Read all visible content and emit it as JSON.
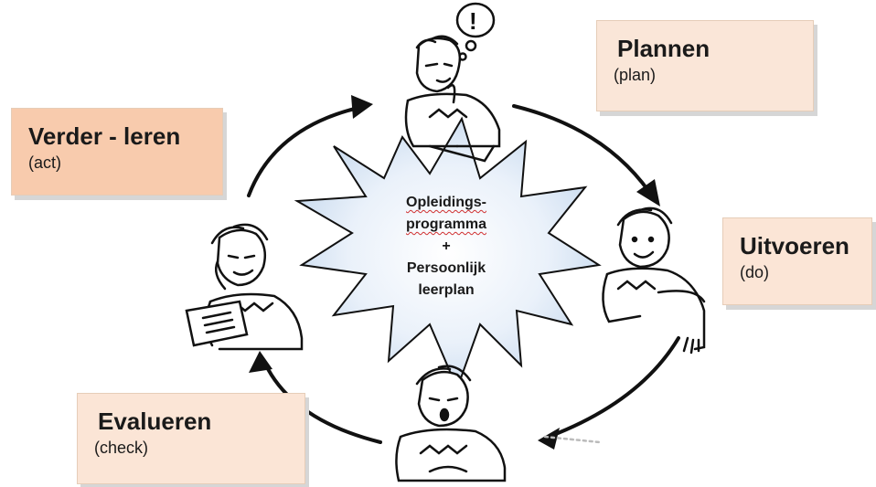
{
  "steps": {
    "plan": {
      "title": "Plannen",
      "subtitle": "(plan)"
    },
    "act": {
      "title": "Verder - leren",
      "subtitle": "(act)"
    },
    "do": {
      "title": "Uitvoeren",
      "subtitle": "(do)"
    },
    "check": {
      "title": "Evalueren",
      "subtitle": "(check)"
    }
  },
  "center": {
    "line1": "Opleidings-",
    "line2": "programma",
    "line3": "+",
    "line4": "Persoonlijk",
    "line5": "leerplan"
  },
  "thought_bubble_symbol": "!",
  "colors": {
    "box_plan": "#fae6d8",
    "box_act": "#f8cbad",
    "box_do": "#fbe5d6",
    "box_check": "#fbe5d6",
    "star_fill": "#dfeaf7",
    "ink": "#1a1a1a"
  }
}
